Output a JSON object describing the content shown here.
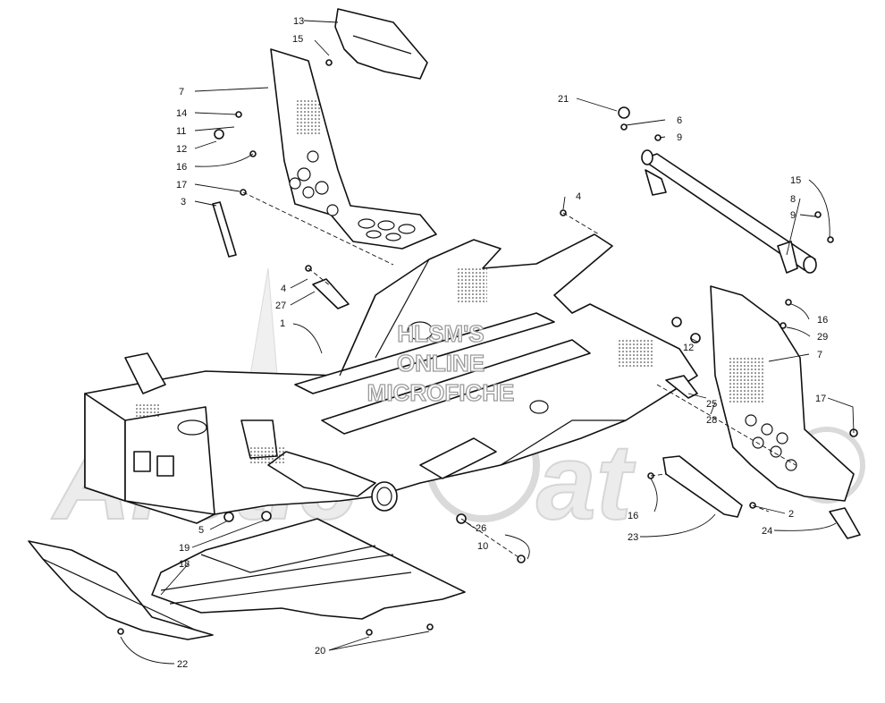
{
  "watermark": {
    "line1": "HLSM'S",
    "line2": "ONLINE",
    "line3": "MICROFICHE"
  },
  "callouts": {
    "c1": "1",
    "c2": "2",
    "c3": "3",
    "c4a": "4",
    "c4b": "4",
    "c5": "5",
    "c6": "6",
    "c7a": "7",
    "c7b": "7",
    "c8": "8",
    "c9a": "9",
    "c9b": "9",
    "c10": "10",
    "c11": "11",
    "c12a": "12",
    "c12b": "12",
    "c13": "13",
    "c14": "14",
    "c15a": "15",
    "c15b": "15",
    "c16a": "16",
    "c16b": "16",
    "c16c": "16",
    "c17a": "17",
    "c17b": "17",
    "c18": "18",
    "c19": "19",
    "c20": "20",
    "c21": "21",
    "c22": "22",
    "c23": "23",
    "c24": "24",
    "c25": "25",
    "c26": "26",
    "c27": "27",
    "c28": "28",
    "c29": "29"
  }
}
